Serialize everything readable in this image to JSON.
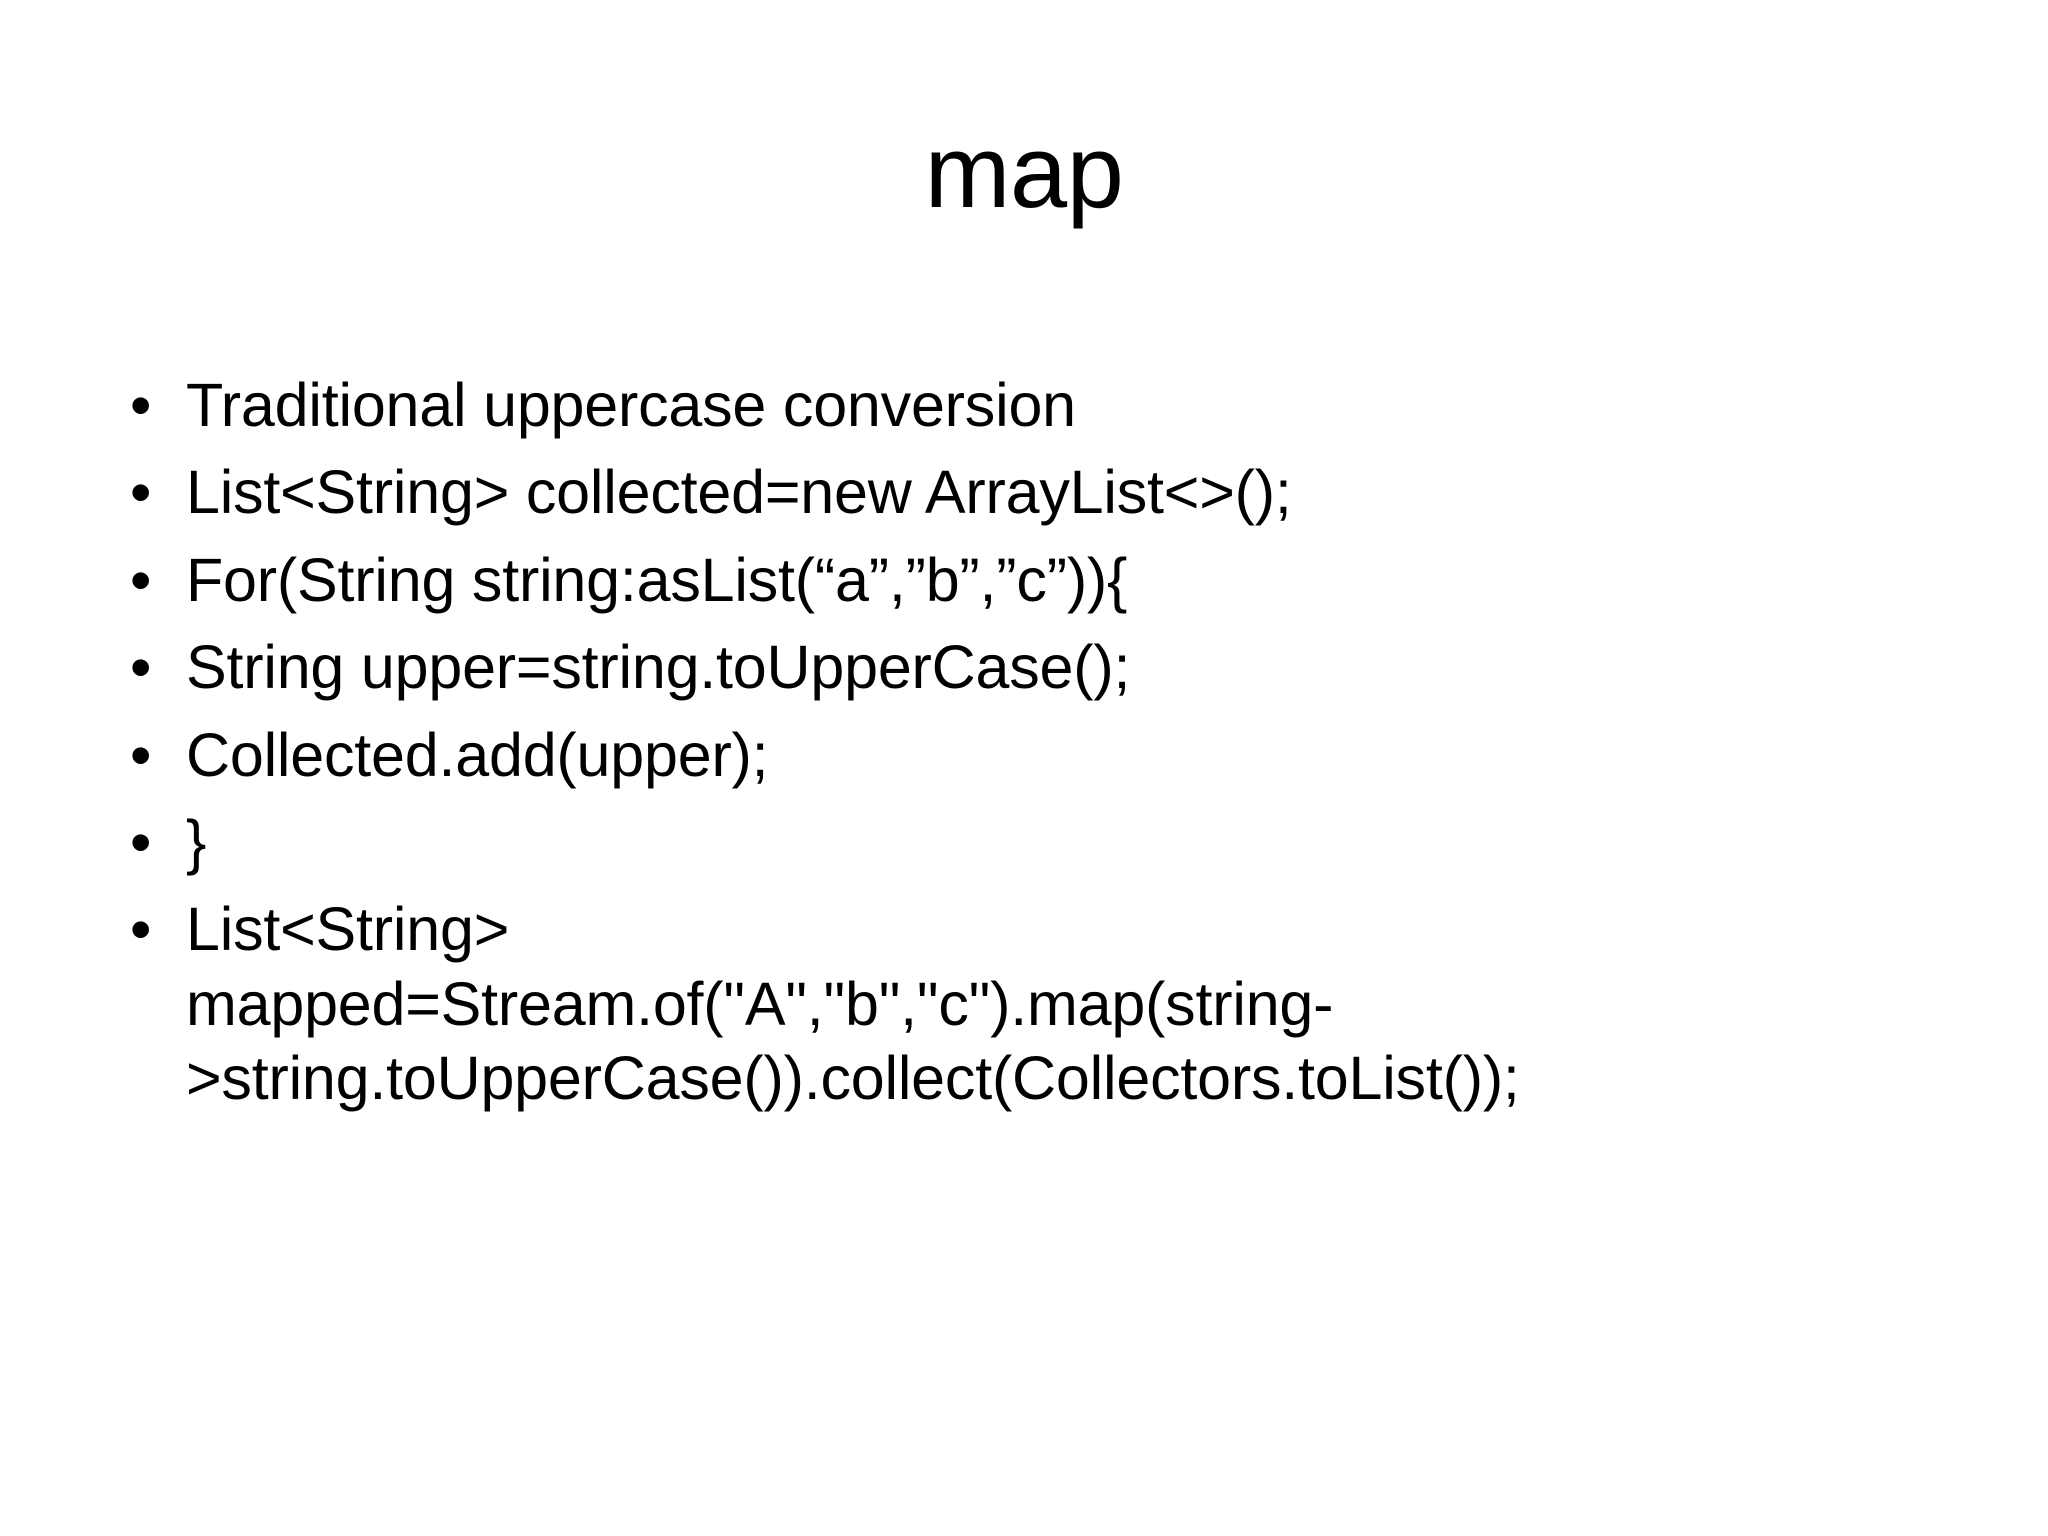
{
  "slide": {
    "title": "map",
    "bullet_marker": "•",
    "background_color": "#ffffff",
    "text_color": "#000000",
    "bullets": [
      {
        "text": "Traditional uppercase conversion",
        "wrapped": false
      },
      {
        "text": "List<String> collected=new ArrayList<>();",
        "wrapped": false
      },
      {
        "text": "For(String string:asList(“a”,”b”,”c”)){",
        "wrapped": false
      },
      {
        "text": "String upper=string.toUpperCase();",
        "wrapped": false
      },
      {
        "text": "Collected.add(upper);",
        "wrapped": false
      },
      {
        "text": "}",
        "wrapped": false
      },
      {
        "text": "List<String> mapped=Stream.of(\"A\",\"b\",\"c\").map(string->string.toUpperCase()).collect(Collectors.toList());",
        "wrapped": true
      }
    ]
  }
}
